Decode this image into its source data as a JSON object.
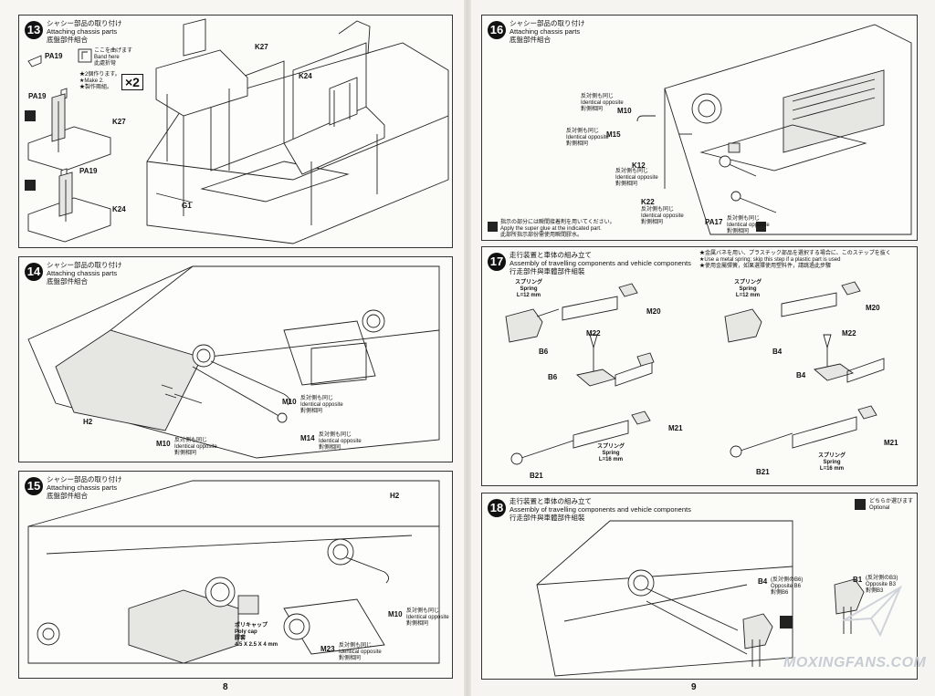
{
  "page_numbers": {
    "left": "8",
    "right": "9"
  },
  "steps": {
    "s13": {
      "num": "13",
      "head_jp": "シャシー部品の取り付け",
      "head_en": "Attaching chassis parts",
      "head_cn": "底盤部件組合",
      "labels": {
        "pa19a": "PA19",
        "pa19b": "PA19",
        "pa19c": "PA19",
        "k27a": "K27",
        "k27b": "K27",
        "k24a": "K24",
        "k24b": "K24",
        "g1": "G1"
      },
      "bend_jp": "ここを曲げます",
      "bend_en": "Band here",
      "bend_cn": "此處折彎",
      "make_jp": "★2個作ります。",
      "make_en": "★Make 2.",
      "make_cn": "★製作兩組。",
      "x2": "×2"
    },
    "s14": {
      "num": "14",
      "head_jp": "シャシー部品の取り付け",
      "head_en": "Attaching chassis parts",
      "head_cn": "底盤部件組合",
      "labels": {
        "h2": "H2",
        "m10a": "M10",
        "m10b": "M10",
        "m14": "M14"
      },
      "opp_jp": "反対側も同じ",
      "opp_en": "Identical opposite",
      "opp_cn": "對側相同"
    },
    "s15": {
      "num": "15",
      "head_jp": "シャシー部品の取り付け",
      "head_en": "Attaching chassis parts",
      "head_cn": "底盤部件組合",
      "labels": {
        "h2": "H2",
        "m10": "M10",
        "m23": "M23"
      },
      "opp_jp": "反対側も同じ",
      "opp_en": "Identical opposite",
      "opp_cn": "對側相同",
      "polycap_jp": "ポリキャップ",
      "polycap_en": "Poly cap",
      "polycap_cn": "膠套",
      "polycap_size": "4.5 X 2.5 X 4 mm"
    },
    "s16": {
      "num": "16",
      "head_jp": "シャシー部品の取り付け",
      "head_en": "Attaching chassis parts",
      "head_cn": "底盤部件組合",
      "labels": {
        "m10": "M10",
        "m15": "M15",
        "k12": "K12",
        "k22": "K22",
        "pa17": "PA17"
      },
      "opp_jp": "反対側も同じ",
      "opp_en": "Identical opposite",
      "opp_cn": "對側相同",
      "glue_jp": "指示の部分には瞬間接着剤を用いてください。",
      "glue_en": "Apply the super glue at the indicated part.",
      "glue_cn": "此部所指示部份需使用瞬間膠水。"
    },
    "s17": {
      "num": "17",
      "head_jp": "走行装置と車体の組み立て",
      "head_en": "Assembly of travelling components and vehicle components",
      "head_cn": "行走部件與車體部件組裝",
      "note_jp": "★金属バネを用い、プラスチック部品を選択する場合に、このステップを抜く",
      "note_en": "★Use a metal spring; skip this step if a plastic part is used",
      "note_cn": "★使用金屬彈簧，如果選擇使用塑料件，請跳過此步驟",
      "spring_jp": "スプリング",
      "spring_en": "Spring",
      "spring_cn": "彈簧",
      "len12": "L=12 mm",
      "len16": "L=16  mm",
      "labels": {
        "m20a": "M20",
        "m20b": "M20",
        "m22a": "M22",
        "m22b": "M22",
        "m21a": "M21",
        "m21b": "M21",
        "b6a": "B6",
        "b6b": "B6",
        "b4a": "B4",
        "b4b": "B4",
        "b21a": "B21",
        "b21b": "B21"
      }
    },
    "s18": {
      "num": "18",
      "head_jp": "走行装置と車体の組み立て",
      "head_en": "Assembly of travelling components and vehicle components",
      "head_cn": "行走部件與車體部件組裝",
      "optional_jp": "どちらか選びます",
      "optional_en": "Optional",
      "b4_label": "B4",
      "b4_jp": "(反対側のB6)",
      "b4_en": "Opposite B6",
      "b4_cn": "對側B6",
      "b1_label": "B1",
      "b1_jp": "(反対側のB3)",
      "b1_en": "Opposite B3",
      "b1_cn": "對側B3"
    }
  },
  "watermark": "MOXINGFANS.COM"
}
